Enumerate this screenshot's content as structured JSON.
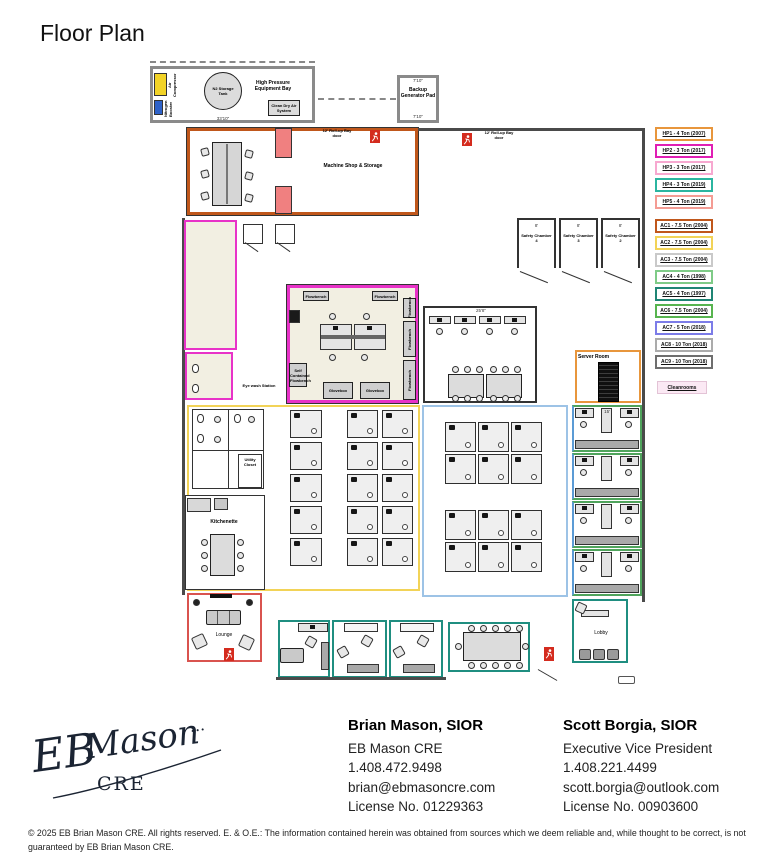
{
  "page": {
    "title": "Floor Plan"
  },
  "legend": {
    "hp_items": [
      {
        "label": "HP1 - 4 Ton (2007)",
        "color": "#E8963C"
      },
      {
        "label": "HP2 - 3 Ton (2017)",
        "color": "#E01EB4"
      },
      {
        "label": "HP3 - 3 Ton (2017)",
        "color": "#F7A8D0"
      },
      {
        "label": "HP4 - 3 Ton (2019)",
        "color": "#2BB5A0"
      },
      {
        "label": "HP5 - 4 Ton (2019)",
        "color": "#F49C94"
      }
    ],
    "ac_items": [
      {
        "label": "AC1 - 7.5 Ton (2004)",
        "color": "#C0571B"
      },
      {
        "label": "AC2 - 7.5 Ton (2004)",
        "color": "#F2D357"
      },
      {
        "label": "AC3 - 7.5 Ton (2004)",
        "color": "#C9C9C9"
      },
      {
        "label": "AC4 - 4 Ton (1998)",
        "color": "#7FCB87"
      },
      {
        "label": "AC5 - 4 Ton (1997)",
        "color": "#1F8574"
      },
      {
        "label": "AC6 - 7.5 Ton (2004)",
        "color": "#57B44F"
      },
      {
        "label": "AC7 - 5 Ton (2018)",
        "color": "#7C7CE8"
      },
      {
        "label": "AC8 - 10 Ton (2018)",
        "color": "#ABABAB"
      },
      {
        "label": "AC9 - 10 Ton (2018)",
        "color": "#6E6E6E"
      }
    ],
    "cleanrooms_label": "Cleanrooms"
  },
  "plan": {
    "labels": {
      "equipment_bay": "High Pressure Equipment Bay",
      "n2_tank": "N2 Storage Tank",
      "cda": "Clean Dry Air System",
      "air_compressor": "Air Compressor",
      "nitrogen_booster": "Nitrogen Booster",
      "generator": "Backup Generator Pad",
      "machine_shop": "Machine Shop & Storage",
      "rollup_door": "12' Roll-up Bay door",
      "safety_chamber": "Safety Chamber",
      "sc4_num": "4",
      "sc3_num": "3",
      "sc2_num": "2",
      "server_room": "Server Room",
      "flowbench": "Flowbench",
      "self_contained": "Self Contained Flowbench",
      "glovebox": "Glovebox",
      "eye_wash": "Eye wash Station",
      "utility_closet": "Utility Closet",
      "kitchenette": "Kitchenette",
      "lounge": "Lounge",
      "lobby": "Lobby",
      "dim_33_10": "33'10\"",
      "dim_7_10": "7'10\"",
      "dim_8": "8'",
      "dim_25_8": "25'8\"",
      "dim_15": "15'"
    }
  },
  "logo": {
    "signature": "EB Mason",
    "sub": "CRE"
  },
  "contacts": [
    {
      "name": "Brian Mason, SIOR",
      "role": "EB Mason CRE",
      "phone": "1.408.472.9498",
      "email": "brian@ebmasoncre.com",
      "license": "License No. 01229363"
    },
    {
      "name": "Scott Borgia, SIOR",
      "role": "Executive Vice President",
      "phone": "1.408.221.4499",
      "email": "scott.borgia@outlook.com",
      "license": "License No. 00903600"
    }
  ],
  "footer": {
    "text": "© 2025 EB Brian Mason CRE. All rights reserved. E. & O.E.: The information contained herein was obtained from sources which we deem reliable and, while thought to be correct, is not guaranteed by EB Brian Mason CRE."
  }
}
